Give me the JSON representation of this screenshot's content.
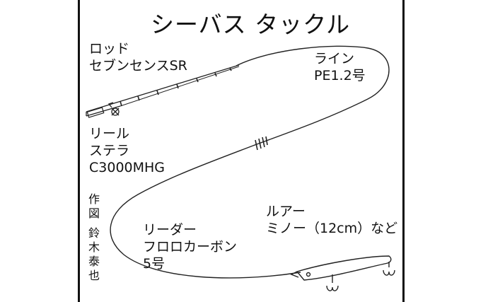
{
  "title": "シーバス タックル",
  "rod": {
    "heading": "ロッド",
    "name": "セブンセンスSR"
  },
  "line": {
    "heading": "ライン",
    "spec": "PE1.2号"
  },
  "reel": {
    "heading": "リール",
    "name": "ステラ",
    "model": "C3000MHG"
  },
  "leader": {
    "heading": "リーダー",
    "material": "フロロカーボン",
    "size": "5号"
  },
  "lure": {
    "heading": "ルアー",
    "spec": "ミノー（12cm）など"
  },
  "credit": {
    "line1": [
      "作",
      "図"
    ],
    "line2": [
      "鈴",
      "木",
      "泰",
      "也"
    ]
  }
}
